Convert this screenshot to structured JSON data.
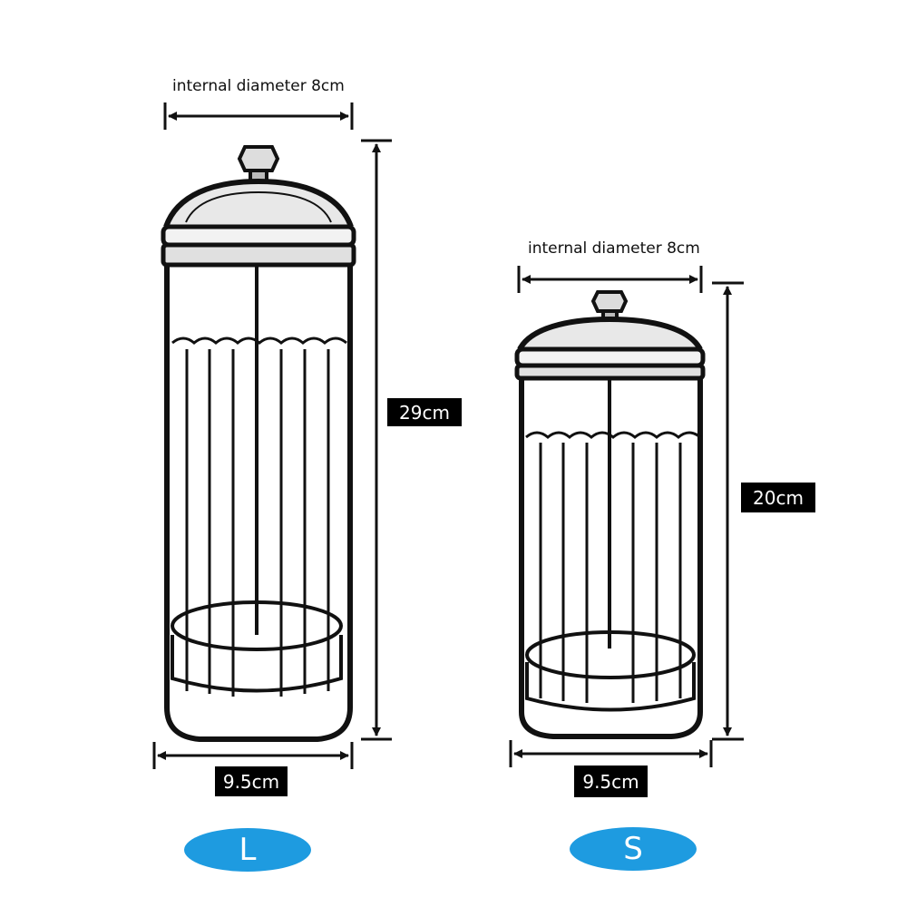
{
  "large": {
    "internal_diameter": "internal diameter 8cm",
    "height": "29cm",
    "width": "9.5cm",
    "size_label": "L"
  },
  "small": {
    "internal_diameter": "internal diameter 8cm",
    "height": "20cm",
    "width": "9.5cm",
    "size_label": "S"
  },
  "colors": {
    "pill": "#1e9be0",
    "label_box": "#000000",
    "outline": "#111111"
  }
}
